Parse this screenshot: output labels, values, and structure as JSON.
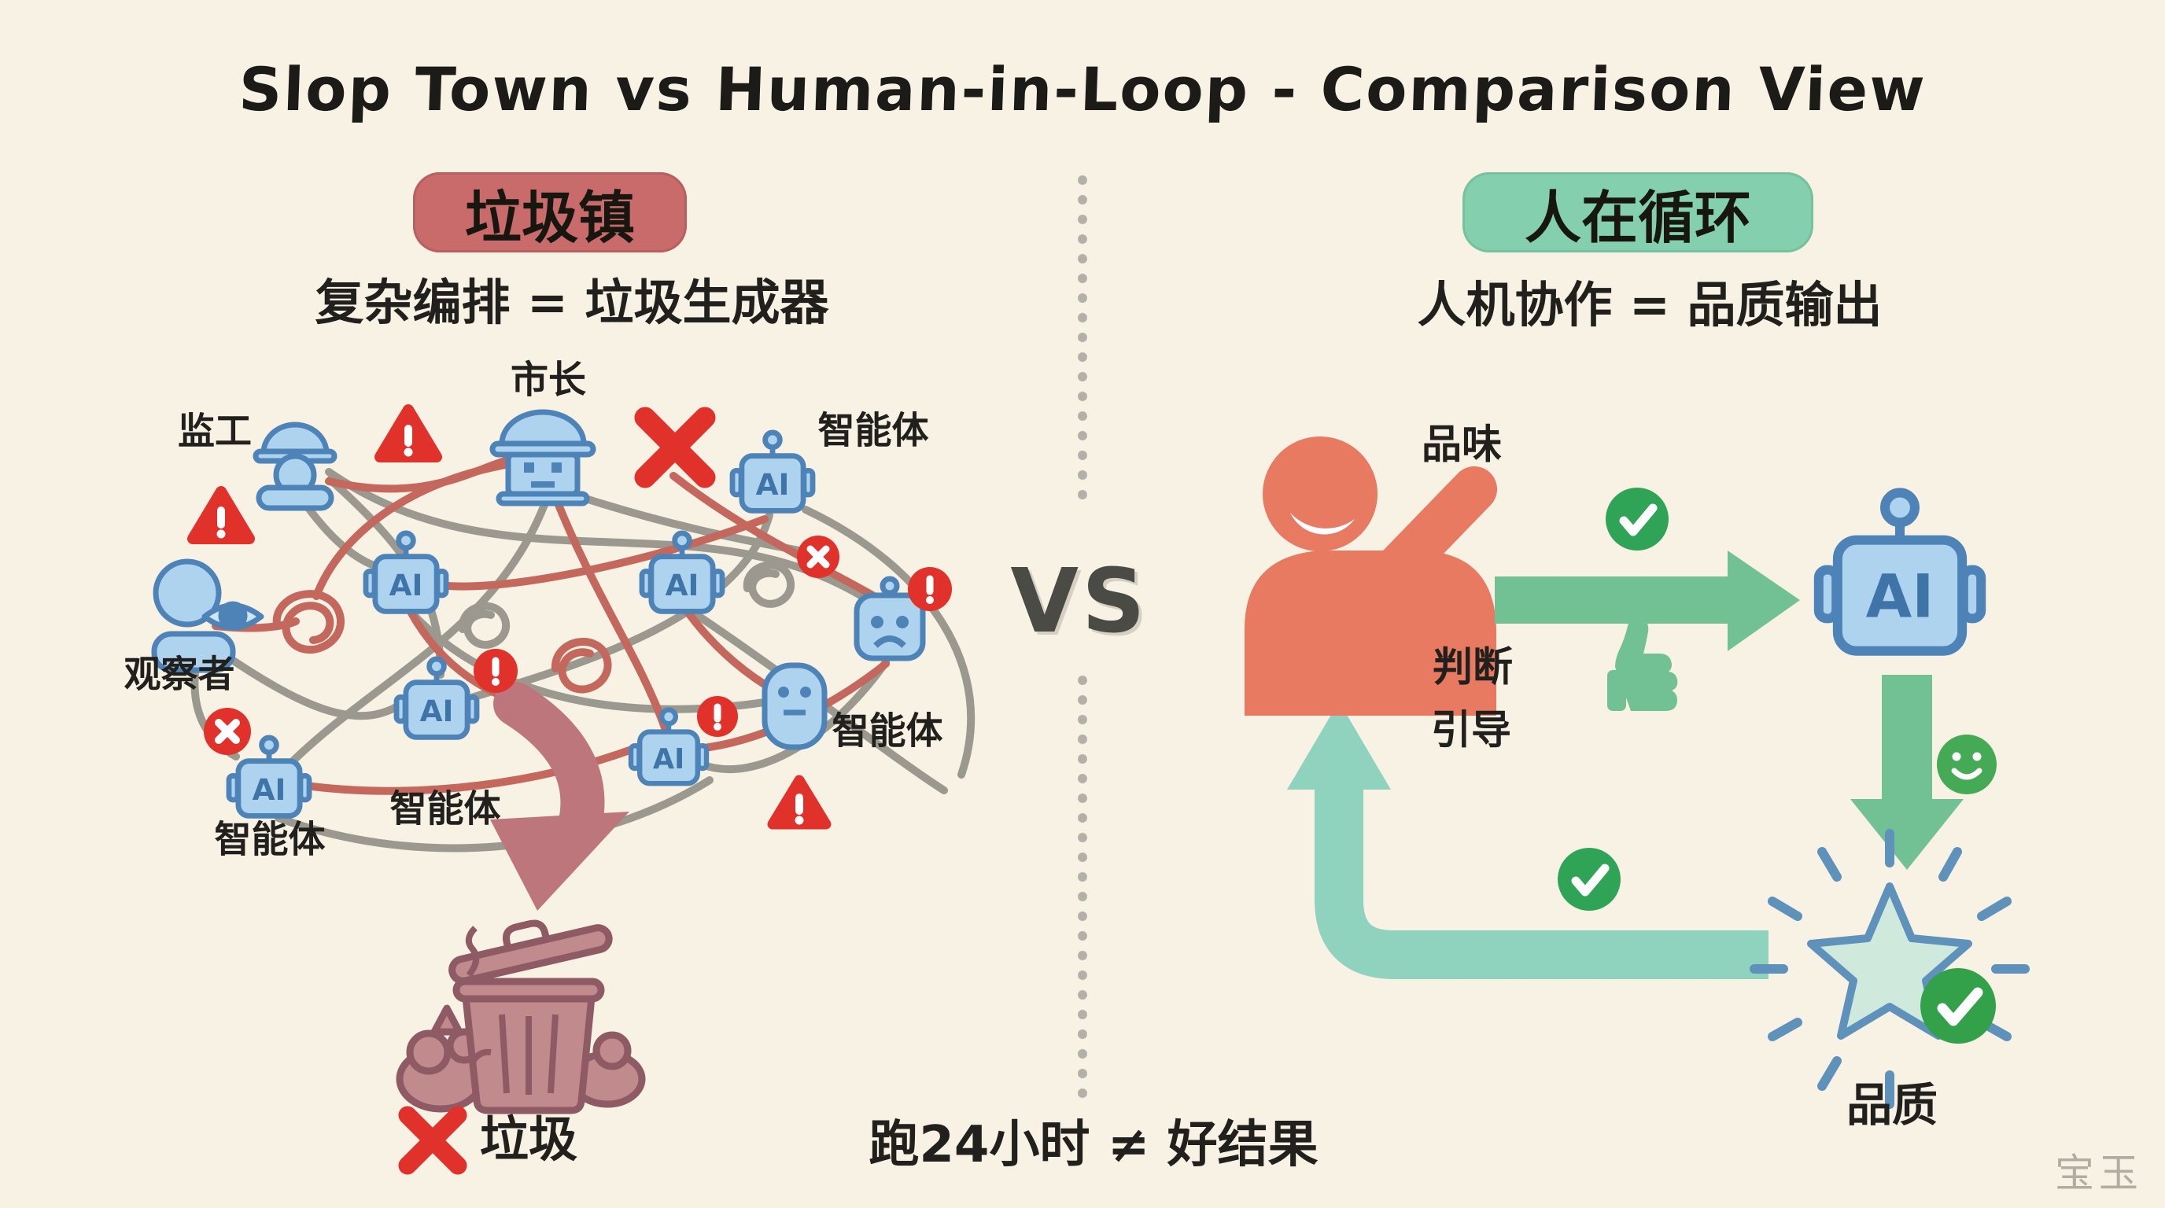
{
  "title": "Slop Town vs Human-in-Loop - Comparison View",
  "left": {
    "badge": "垃圾镇",
    "subtitle": "复杂编排 = 垃圾生成器",
    "labels": {
      "supervisor": "监工",
      "mayor": "市长",
      "observer": "观察者",
      "agent": "智能体"
    },
    "robot_text": "AI",
    "trash_caption": "垃圾"
  },
  "right": {
    "badge": "人在循环",
    "subtitle": "人机协作 = 品质输出",
    "labels": {
      "taste": "品味",
      "judgment": "判断",
      "guidance": "引导",
      "quality": "品质"
    },
    "robot_text": "AI"
  },
  "center": {
    "vs": "VS",
    "bottom_note": "跑24小时 ≠ 好结果"
  },
  "watermark": "宝玉",
  "colors": {
    "background": "#f8f2e5",
    "ink": "#21201d",
    "rose_badge": "#c96b6b",
    "mint_badge": "#84cfad",
    "gray_line": "#9b998f",
    "red_line": "#c4685e",
    "robot_fill": "#aed3ef",
    "robot_stroke": "#4d83b6",
    "error_red": "#e0312a",
    "dusty_red": "#bd767c",
    "trash_fill": "#c18a8d",
    "trash_stroke": "#8e5a63",
    "coral_human": "#e87a61",
    "green_check": "#2fa456",
    "green_arrow": "#72c194",
    "teal_loop": "#8fd2bd",
    "smiley_green": "#44aa55",
    "star_fill": "#cfeadd",
    "star_stroke": "#5e92ba",
    "vs_gray": "#4b4b46"
  }
}
